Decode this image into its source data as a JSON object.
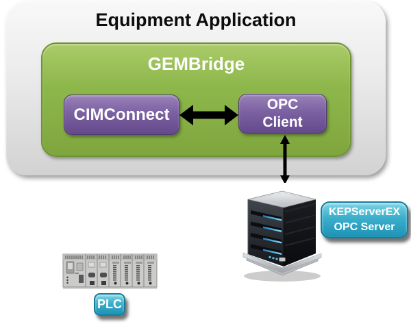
{
  "diagram": {
    "equipment_box": {
      "title": "Equipment Application"
    },
    "gembridge_box": {
      "title": "GEMBridge"
    },
    "cimconnect_box": {
      "label": "CIMConnect"
    },
    "opc_client_box": {
      "line1": "OPC",
      "line2": "Client"
    },
    "kepserver_box": {
      "line1": "KEPServerEX",
      "line2": "OPC Server"
    },
    "plc_tag": {
      "label": "PLC"
    },
    "icons": {
      "server": "server-tower-icon",
      "plc": "plc-rack-icon",
      "horizontal_arrow": "bidirectional-arrow-icon",
      "vertical_arrow": "bidirectional-arrow-icon"
    },
    "colors": {
      "outer_box_top": "#f8f8f8",
      "outer_box_bottom": "#d2d2d2",
      "green_fill": "#8db74b",
      "green_border": "#6f9334",
      "purple_fill": "#7b61a2",
      "purple_border": "#4f3a71",
      "teal_fill": "#2fa3c2",
      "teal_border": "#157d9b",
      "arrow": "#000000",
      "title_text": "#0d0d0d",
      "box_text": "#ffffff",
      "server_led": "#4fc7f0"
    }
  }
}
